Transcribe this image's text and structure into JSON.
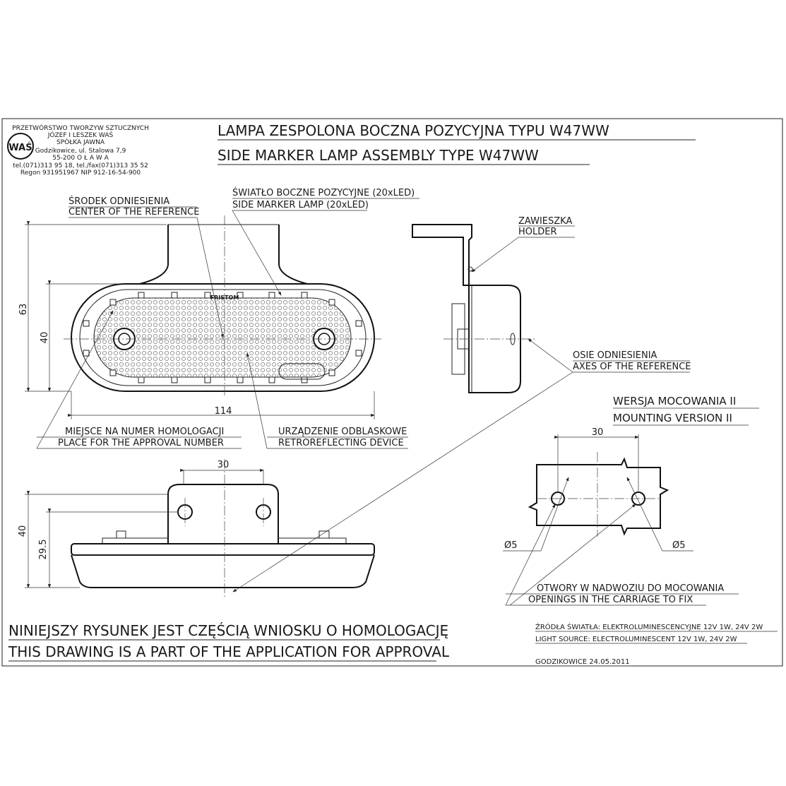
{
  "company": {
    "line1": "PRZETWÓRSTWO TWORZYW SZTUCZNYCH",
    "line2": "JÓZEF I LESZEK WAŚ",
    "line3": "SPÓŁKA JAWNA",
    "line4": "Godzikowice, ul. Stalowa 7,9",
    "line5": "55-200   O Ł A W A",
    "line6": "tel.(071)313 95 18, tel./fax(071)313 35 52",
    "line7": "Regon 931951967 NIP 912-16-54-900",
    "logo_text": "WAŚ"
  },
  "title_pl": "LAMPA ZESPOLONA BOCZNA POZYCYJNA TYPU W47WW",
  "title_en": "SIDE MARKER LAMP ASSEMBLY TYPE W47WW",
  "labels": {
    "center_pl": "ŚRODEK ODNIESIENIA",
    "center_en": "CENTER OF THE REFERENCE",
    "sidelamp_pl": "ŚWIATŁO BOCZNE POZYCYJNE (20xLED)",
    "sidelamp_en": "SIDE MARKER LAMP (20xLED)",
    "holder_pl": "ZAWIESZKA",
    "holder_en": "HOLDER",
    "axes_pl": "OSIE ODNIESIENIA",
    "axes_en": "AXES OF THE REFERENCE",
    "approval_pl": "MIEJSCE NA NUMER HOMOLOGACJI",
    "approval_en": "PLACE FOR THE APPROVAL NUMBER",
    "retro_pl": "URZĄDZENIE ODBLASKOWE",
    "retro_en": "RETROREFLECTING DEVICE",
    "mounting_pl": "WERSJA MOCOWANIA II",
    "mounting_en": "MOUNTING VERSION II",
    "holes_pl": "OTWORY W NADWOZIU DO MOCOWANIA",
    "holes_en": "OPENINGS IN THE CARRIAGE TO FIX",
    "brand_mark": "FRISTOM"
  },
  "dimensions": {
    "height_total": "63",
    "height_body": "40",
    "width": "114",
    "hole_spacing_bottom": "30",
    "height_bottom": "40",
    "height_bottom_inner": "29.5",
    "hole_spacing_mount": "30",
    "hole_dia_left": "Ø5",
    "hole_dia_right": "Ø5"
  },
  "footer": {
    "note_pl": "NINIEJSZY RYSUNEK JEST CZĘŚCIĄ WNIOSKU O  HOMOLOGACJĘ",
    "note_en": "THIS DRAWING IS A PART OF THE APPLICATION FOR  APPROVAL",
    "source_pl": "ŹRÓDŁA ŚWIATŁA: ELEKTROLUMINESCENCYJNE  12V  1W, 24V  2W",
    "source_en": "LIGHT SOURCE: ELECTROLUMINESCENT  12V  1W, 24V  2W",
    "date": "GODZIKOWICE 24.05.2011"
  }
}
